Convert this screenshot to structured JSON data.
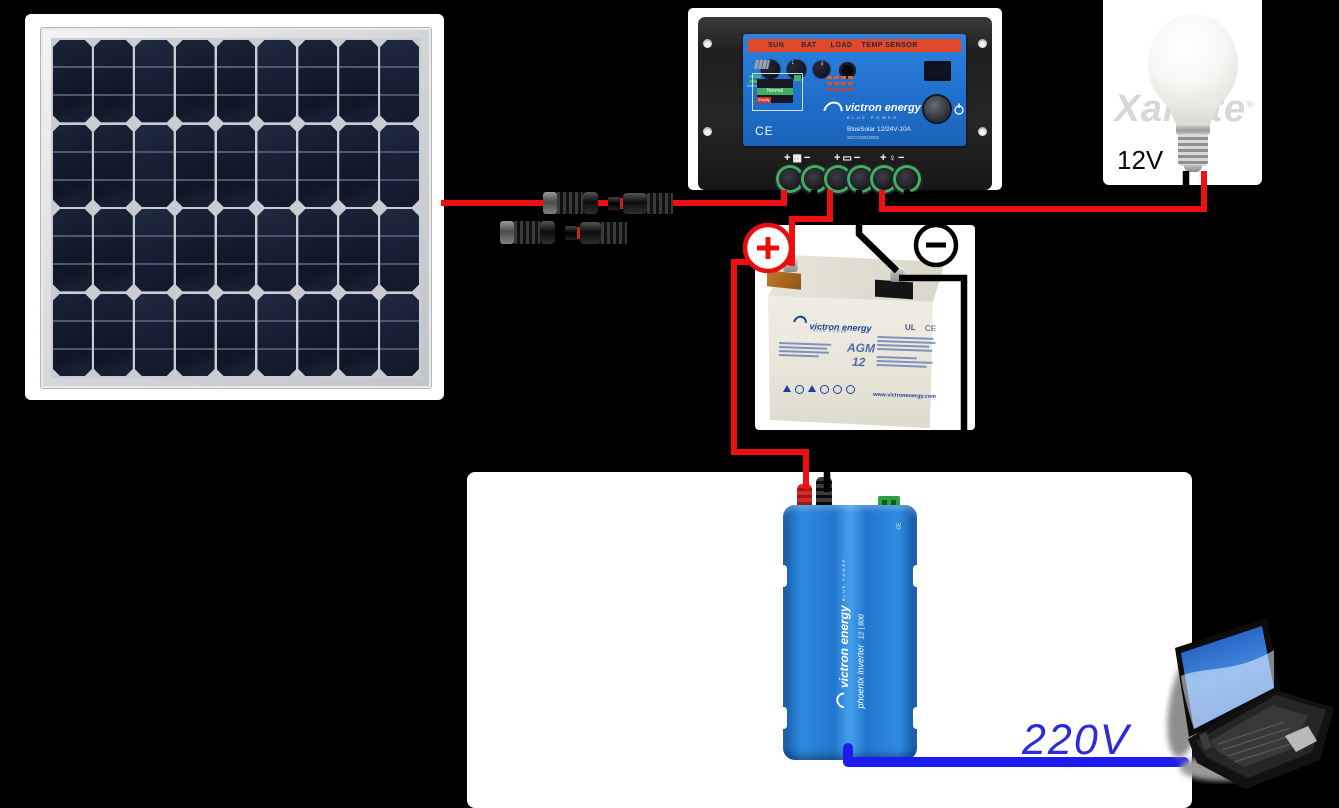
{
  "scene": {
    "background": "#000000"
  },
  "wires": {
    "positive_color": "#ee1010",
    "negative_color": "#000000",
    "ac_color": "#1c1cee",
    "ac_voltage_label": "220V"
  },
  "symbols": {
    "battery_positive": "+",
    "battery_negative": "−"
  },
  "controller": {
    "header_labels": [
      "SUN",
      "BAT",
      "LOAD",
      "TEMP SENSOR"
    ],
    "brand": "victron energy",
    "brand_sub": "BLUE POWER",
    "model": "BlueSolar 12/24V-10A",
    "serial": "SCC010010000",
    "ce_mark": "CE",
    "status_diagram": {
      "over_voltage": "Over voltage",
      "normal": "Normal",
      "empty": "Empty"
    },
    "terminals": {
      "plus": "+",
      "minus": "−"
    }
  },
  "bulb": {
    "brand": "Xanlite",
    "registered_mark": "®",
    "voltage_label": "12V"
  },
  "battery": {
    "brand": "victron energy",
    "brand_sub": "BLUE POWER",
    "type": "AGM",
    "capacity": "12",
    "website": "www.victronenergy.com",
    "ul_mark": "UL",
    "ce_mark": "CE"
  },
  "inverter": {
    "brand": "victron energy",
    "brand_sub": "BLUE POWER",
    "product": "phoenix inverter",
    "rating": "12 | 800",
    "ce_mark": "CE"
  }
}
